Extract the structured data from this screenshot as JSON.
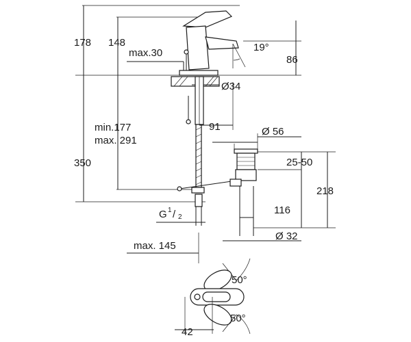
{
  "dimensions": {
    "d178": "178",
    "d148": "148",
    "max30": "max.30",
    "angle19": "19°",
    "d86": "86",
    "dia34": "Ø34",
    "min177": "min.177",
    "max291": "max. 291",
    "d91": "91",
    "dia56": "Ø 56",
    "d350": "350",
    "d2550": "25-50",
    "d218": "218",
    "g_main": "G",
    "g_num": "1",
    "g_den": "2",
    "d116": "116",
    "max145": "max. 145",
    "dia32": "Ø 32",
    "angle50a": "50°",
    "angle50b": "50°",
    "d42": "42"
  }
}
